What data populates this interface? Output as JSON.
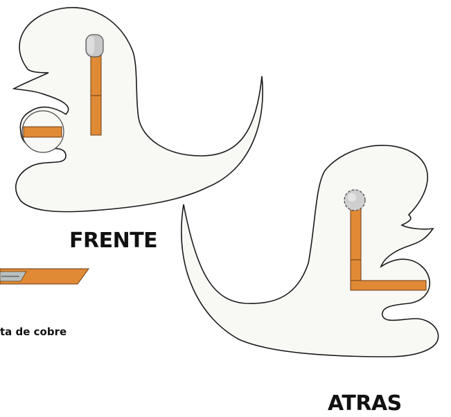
{
  "labels": {
    "front": "FRENTE",
    "back": "ATRAS",
    "tape": "ta de cobre"
  },
  "colors": {
    "outline": "#1a1a1a",
    "fill": "#f8f8f5",
    "copper": "#e08a35",
    "copper_edge": "#6a3a12",
    "led": "#c8c8c8"
  },
  "icons": {
    "led": "led-icon",
    "copper_tape": "copper-tape-icon"
  }
}
